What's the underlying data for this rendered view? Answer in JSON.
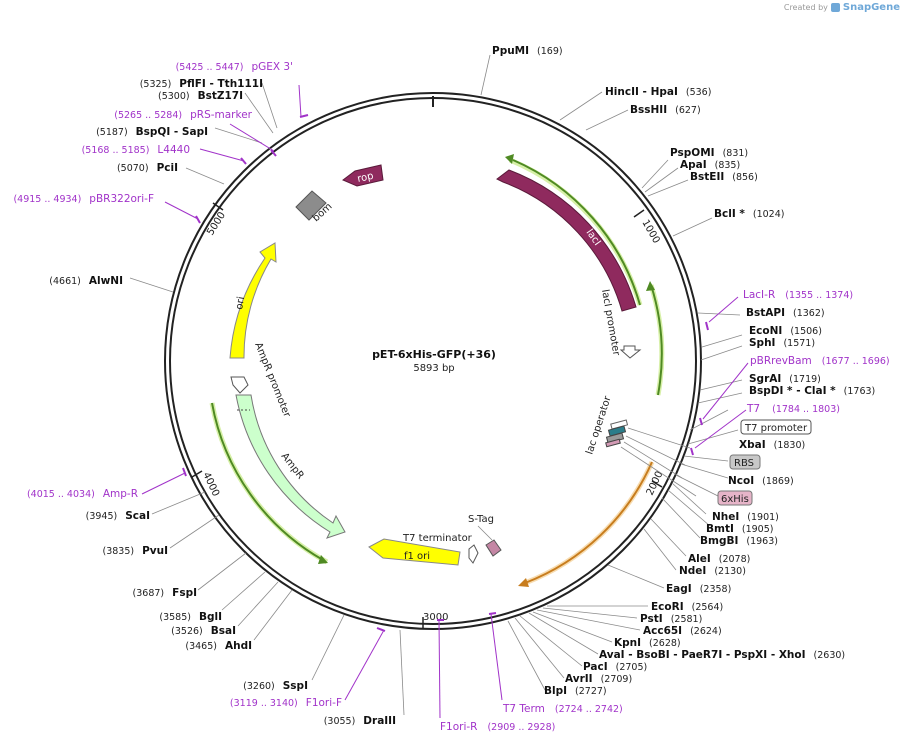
{
  "brand": {
    "created_by": "Created by",
    "app": "SnapGene"
  },
  "plasmid": {
    "name": "pET-6xHis-GFP(+36)",
    "length": "5893 bp"
  },
  "ticks": [
    "1000",
    "2000",
    "3000",
    "4000",
    "5000"
  ],
  "features": {
    "rop": "rop",
    "bom": "bom",
    "lacI": "lacI",
    "lacI_promoter": "lacI promoter",
    "ori": "ori",
    "AmpR_promoter": "AmpR promoter",
    "AmpR": "AmpR",
    "T7_terminator": "T7 terminator",
    "f1_ori": "f1 ori",
    "S_Tag": "S-Tag",
    "lac_operator": "lac operator"
  },
  "sites": [
    {
      "name": "PpuMI",
      "pos": "(169)"
    },
    {
      "name": "HincII  -  HpaI",
      "pos": "(536)"
    },
    {
      "name": "BssHII",
      "pos": "(627)"
    },
    {
      "name": "PspOMI",
      "pos": "(831)"
    },
    {
      "name": "ApaI",
      "pos": "(835)"
    },
    {
      "name": "BstEII",
      "pos": "(856)"
    },
    {
      "name": "BclI *",
      "pos": "(1024)"
    },
    {
      "name": "BstAPI",
      "pos": "(1362)"
    },
    {
      "name": "EcoNI",
      "pos": "(1506)"
    },
    {
      "name": "SphI",
      "pos": "(1571)"
    },
    {
      "name": "SgrAI",
      "pos": "(1719)"
    },
    {
      "name": "BspDI *  -  ClaI *",
      "pos": "(1763)"
    },
    {
      "name": "XbaI",
      "pos": "(1830)"
    },
    {
      "name": "NcoI",
      "pos": "(1869)"
    },
    {
      "name": "NheI",
      "pos": "(1901)"
    },
    {
      "name": "BmtI",
      "pos": "(1905)"
    },
    {
      "name": "BmgBI",
      "pos": "(1963)"
    },
    {
      "name": "AleI",
      "pos": "(2078)"
    },
    {
      "name": "NdeI",
      "pos": "(2130)"
    },
    {
      "name": "EagI",
      "pos": "(2358)"
    },
    {
      "name": "EcoRI",
      "pos": "(2564)"
    },
    {
      "name": "PstI",
      "pos": "(2581)"
    },
    {
      "name": "Acc65I",
      "pos": "(2624)"
    },
    {
      "name": "KpnI",
      "pos": "(2628)"
    },
    {
      "name": "AvaI  -  BsoBI  -  PaeR7I  -  PspXI  -  XhoI",
      "pos": "(2630)"
    },
    {
      "name": "PacI",
      "pos": "(2705)"
    },
    {
      "name": "AvrII",
      "pos": "(2709)"
    },
    {
      "name": "BlpI",
      "pos": "(2727)"
    },
    {
      "name": "DraIII",
      "pos": "(3055)"
    },
    {
      "name": "SspI",
      "pos": "(3260)"
    },
    {
      "name": "AhdI",
      "pos": "(3465)"
    },
    {
      "name": "BsaI",
      "pos": "(3526)"
    },
    {
      "name": "BglI",
      "pos": "(3585)"
    },
    {
      "name": "FspI",
      "pos": "(3687)"
    },
    {
      "name": "PvuI",
      "pos": "(3835)"
    },
    {
      "name": "ScaI",
      "pos": "(3945)"
    },
    {
      "name": "AlwNI",
      "pos": "(4661)"
    },
    {
      "name": "PciI",
      "pos": "(5070)"
    },
    {
      "name": "BspQI  -  SapI",
      "pos": "(5187)"
    },
    {
      "name": "BstZ17I",
      "pos": "(5300)"
    },
    {
      "name": "PflFI  -  Tth111I",
      "pos": "(5325)"
    }
  ],
  "primers": [
    {
      "name": "pGEX 3'",
      "pos": "(5425 .. 5447)"
    },
    {
      "name": "pRS-marker",
      "pos": "(5265 .. 5284)"
    },
    {
      "name": "L4440",
      "pos": "(5168 .. 5185)"
    },
    {
      "name": "pBR322ori-F",
      "pos": "(4915 .. 4934)"
    },
    {
      "name": "LacI-R",
      "pos": "(1355 .. 1374)"
    },
    {
      "name": "pBRrevBam",
      "pos": "(1677 .. 1696)"
    },
    {
      "name": "T7",
      "pos": "(1784 .. 1803)"
    },
    {
      "name": "Amp-R",
      "pos": "(4015 .. 4034)"
    },
    {
      "name": "T7 Term",
      "pos": "(2724 .. 2742)"
    },
    {
      "name": "F1ori-R",
      "pos": "(2909 .. 2928)"
    },
    {
      "name": "F1ori-F",
      "pos": "(3119 .. 3140)"
    }
  ],
  "boxed": {
    "T7_promoter": "T7 promoter",
    "RBS": "RBS",
    "sixHis": "6xHis"
  },
  "colors": {
    "lacI": "#8f2a5e",
    "rop": "#8f2a5e",
    "ori": "#ffff00",
    "AmpR": "#ccffcc",
    "f1_ori": "#ffff00",
    "orf_arrow": "#4f8a23",
    "orange_orf": "#c87d1e",
    "primer": "#a133c9",
    "RBS_box": "#c8c8c8",
    "sixHis_box": "#e6b4c8"
  }
}
